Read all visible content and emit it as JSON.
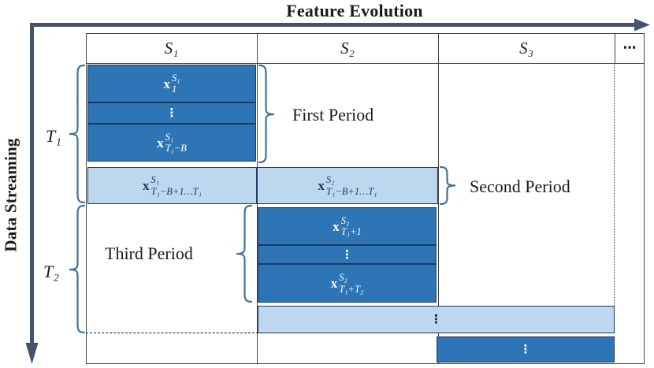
{
  "titles": {
    "top": "Feature Evolution",
    "left": "Data Streaming"
  },
  "header": {
    "columns": [
      {
        "label": "S₁"
      },
      {
        "label": "S₂"
      },
      {
        "label": "S₃"
      },
      {
        "label": "⋯"
      }
    ]
  },
  "time_brackets": {
    "t1": "T₁",
    "t2": "T₂"
  },
  "periods": {
    "first": "First Period",
    "second": "Second Period",
    "third": "Third Period"
  },
  "blocks": {
    "s1_first": {
      "base": "x",
      "sup": "S₁",
      "sub": "1"
    },
    "s1_dots": "⋮",
    "s1_last": {
      "base": "x",
      "sup": "S₁",
      "sub": "T₁−B"
    },
    "s1_buffer": {
      "base": "x",
      "sup": "S₁",
      "sub": "T₁−B+1…T₁"
    },
    "s2_buffer": {
      "base": "x",
      "sup": "S₂",
      "sub": "T₁−B+1…T₁"
    },
    "s2_first": {
      "base": "x",
      "sup": "S₂",
      "sub": "T₁+1"
    },
    "s2_dots": "⋮",
    "s2_last": {
      "base": "x",
      "sup": "S₂",
      "sub": "T₁+T₂"
    },
    "bridge_dots": "⋮",
    "s3_dots": "⋮"
  },
  "colors": {
    "dark_block": "#2E75B6",
    "light_block": "#BDD7EE",
    "block_border": "#1F3864",
    "navy_text": "#1F3864",
    "brace": "#41719C",
    "arrow": "#44546A",
    "table_line": "#454545"
  }
}
